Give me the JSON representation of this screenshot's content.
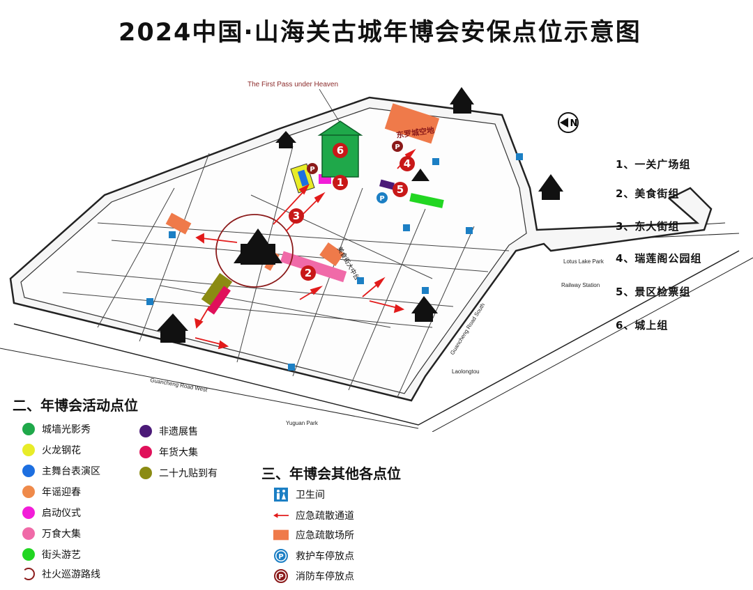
{
  "title": "2024中国·山海关古城年博会安保点位示意图",
  "map": {
    "heading": "The First Pass under Heaven",
    "north": "N",
    "labels": {
      "lotus_lake_park": "Lotus Lake Park",
      "railway_station": "Railway Station",
      "guancheng_road_south": "Guancheng Road South",
      "yuguan_park": "Yuguan Park",
      "laolongtou": "Laolongtou",
      "guancheng_road_west": "Guancheng Road West",
      "zone_label": "东罗城空地",
      "food_street": "美食街大中台"
    },
    "markers": [
      "1",
      "2",
      "3",
      "4",
      "5",
      "6"
    ],
    "parking_symbol": "P"
  },
  "groups": [
    "1、一关广场组",
    "2、美食街组",
    "3、东大街组",
    "4、瑞莲阁公园组",
    "5、景区检票组",
    "6、城上组"
  ],
  "activities": {
    "heading": "二、年博会活动点位",
    "col1": [
      {
        "label": "城墙光影秀",
        "color": "#1fa84a"
      },
      {
        "label": "火龙钢花",
        "color": "#e8ec28"
      },
      {
        "label": "主舞台表演区",
        "color": "#1d6fe0"
      },
      {
        "label": "年谣迎春",
        "color": "#ef8a4a"
      },
      {
        "label": "启动仪式",
        "color": "#f21dd8"
      },
      {
        "label": "万食大集",
        "color": "#f06aa8"
      },
      {
        "label": "街头游艺",
        "color": "#22d622"
      },
      {
        "label": "社火巡游路线",
        "color": "#8b1a1a"
      }
    ],
    "col2": [
      {
        "label": "非遗展售",
        "color": "#4b1a78"
      },
      {
        "label": "年货大集",
        "color": "#e0105a"
      },
      {
        "label": "二十九贴到有",
        "color": "#8b8b12"
      }
    ]
  },
  "others": {
    "heading": "三、年博会其他各点位",
    "items": [
      {
        "label": "卫生间",
        "icon": "toilet-icon"
      },
      {
        "label": "应急疏散通道",
        "icon": "red-arrow-icon"
      },
      {
        "label": "应急疏散场所",
        "icon": "orange-rect-icon"
      },
      {
        "label": "救护车停放点",
        "icon": "blue-p-icon"
      },
      {
        "label": "消防车停放点",
        "icon": "brown-p-icon"
      }
    ]
  }
}
